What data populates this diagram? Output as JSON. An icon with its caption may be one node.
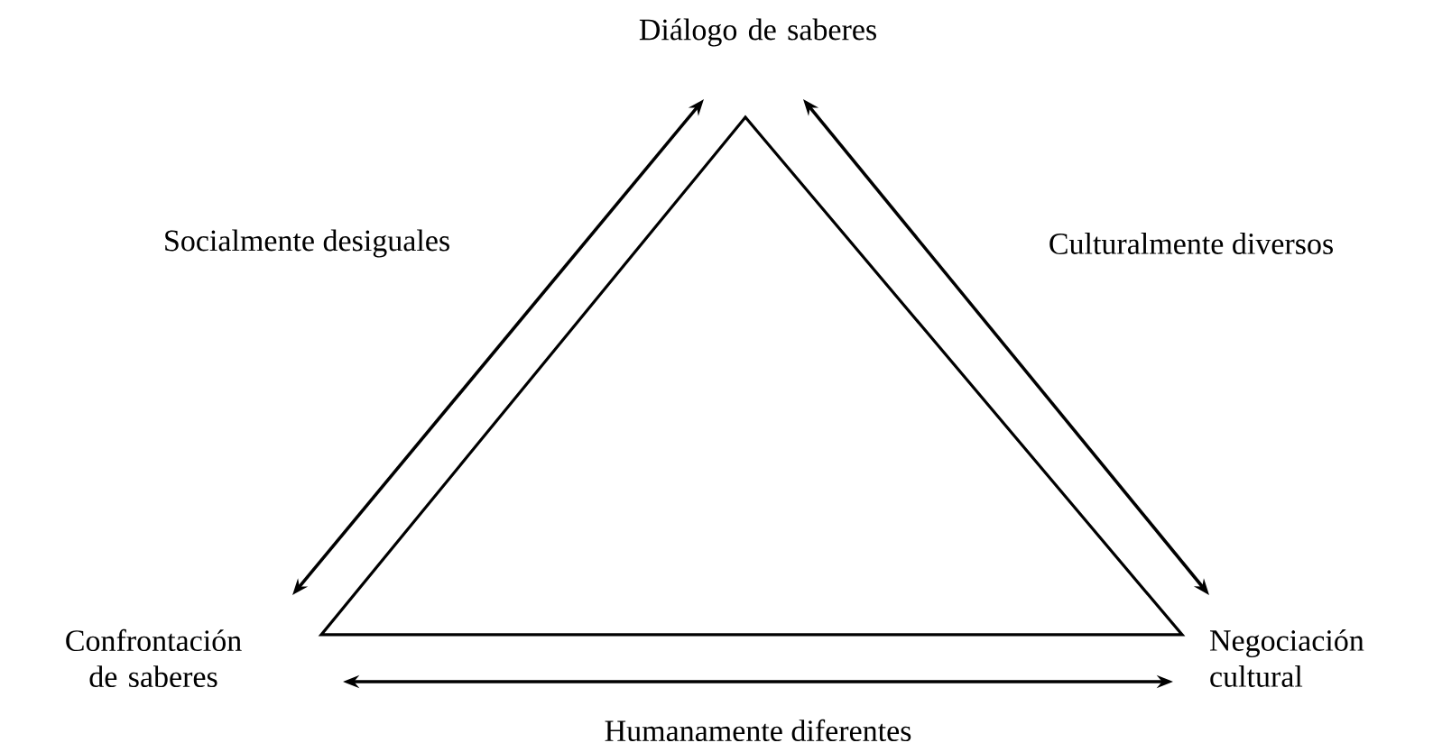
{
  "diagram": {
    "nodes": [
      {
        "text": [
          "Diálogo de saberes"
        ]
      },
      {
        "text": [
          "Confrontación de saberes"
        ]
      },
      {
        "text": [
          "Negociación cultural"
        ]
      }
    ],
    "edges": [
      {
        "from": 1,
        "to": 0,
        "arrow": "both",
        "label": "Socialmente desiguales"
      },
      {
        "from": 0,
        "to": 2,
        "arrow": "both",
        "label": "Culturalmente diversos"
      },
      {
        "from": 1,
        "to": 2,
        "arrow": "both",
        "label": "Humanamente diferentes"
      }
    ]
  }
}
